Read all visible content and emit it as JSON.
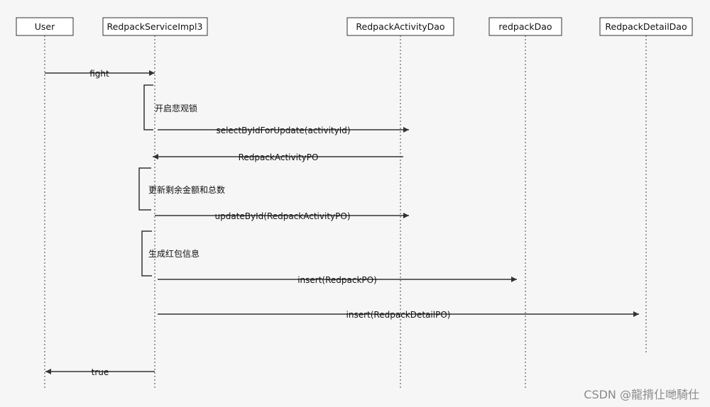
{
  "participants": [
    {
      "id": "user",
      "name": "User"
    },
    {
      "id": "service",
      "name": "RedpackServiceImpl3"
    },
    {
      "id": "activityDao",
      "name": "RedpackActivityDao"
    },
    {
      "id": "redpackDao",
      "name": "redpackDao"
    },
    {
      "id": "detailDao",
      "name": "RedpackDetailDao"
    }
  ],
  "notes": [
    {
      "text": "开启悲观锁"
    },
    {
      "text": "更新剩余金额和总数"
    },
    {
      "text": "生成红包信息"
    }
  ],
  "messages": [
    {
      "from": "user",
      "to": "service",
      "label": "fight",
      "kind": "call"
    },
    {
      "from": "service",
      "to": "activityDao",
      "label": "selectByIdForUpdate(activityId)",
      "kind": "call"
    },
    {
      "from": "activityDao",
      "to": "service",
      "label": "RedpackActivityPO",
      "kind": "return"
    },
    {
      "from": "service",
      "to": "activityDao",
      "label": "updateById(RedpackActivityPO)",
      "kind": "call"
    },
    {
      "from": "service",
      "to": "redpackDao",
      "label": "insert(RedpackPO)",
      "kind": "call"
    },
    {
      "from": "service",
      "to": "detailDao",
      "label": "insert(RedpackDetailPO)",
      "kind": "call"
    },
    {
      "from": "service",
      "to": "user",
      "label": "true",
      "kind": "return"
    }
  ],
  "watermark": "CSDN @龍揹仩哋騎仕"
}
